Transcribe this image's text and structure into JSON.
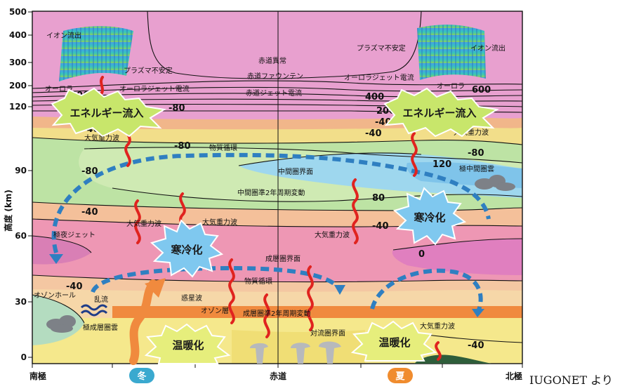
{
  "axis": {
    "ylabel": "高度 (km)",
    "yticks": [
      "0",
      "30",
      "60",
      "90",
      "120",
      "200",
      "300",
      "400",
      "500"
    ],
    "xticks": [
      "南極",
      "赤道",
      "北極"
    ]
  },
  "seasons": {
    "winter": "冬",
    "summer": "夏"
  },
  "credit": "IUGONET より",
  "labels": {
    "ion_out_l": "イオン流出",
    "ion_out_r": "イオン流出",
    "plasma_l": "プラズマ不安定",
    "plasma_r": "プラズマ不安定",
    "aurora_l": "オーロラ",
    "aurora_r": "オーロラ",
    "aurora_jet_l": "オーロラジェット電流",
    "aurora_jet_r": "オーロラジェット電流",
    "eq_anomaly": "赤道異常",
    "eq_fountain": "赤道ファウンテン",
    "eq_jet": "赤道ジェット電流",
    "mass_circ_top": "物質循環",
    "mesopause": "中間圏界面",
    "meso_qbo": "中間圏準2年周期変動",
    "pmc": "極中間圏雲",
    "gw_1": "大気重力波",
    "gw_2": "大気重力波",
    "gw_3": "大気重力波",
    "gw_4": "大気重力波",
    "gw_5": "大気重力波",
    "gw_6": "大気重力波",
    "polar_night_jet": "極夜ジェット",
    "stratopause": "成層圏界面",
    "mass_circ_bot": "物質循環",
    "ozone_hole": "オゾンホール",
    "turbulence": "乱流",
    "planetary_wave": "惑星波",
    "ozone_layer": "オゾン層",
    "strato_qbo": "成層圏準2年周期変動",
    "psc": "極成層圏雲",
    "tropopause": "対流圏界面"
  },
  "contour_labels": [
    "400",
    "-80",
    "-40",
    "-80",
    "-80",
    "-40",
    "-40",
    "-40",
    "400",
    "200",
    "600",
    "-40",
    "120",
    "-80",
    "80",
    "-40",
    "0",
    "-40"
  ],
  "badges": {
    "energy_l": "エネルギー流入",
    "energy_r": "エネルギー流入",
    "cooling_l": "寒冷化",
    "cooling_r": "寒冷化",
    "warming_l": "温暖化",
    "warming_r": "温暖化"
  },
  "colors": {
    "thermosphere": "#e8a0cf",
    "mesosphere_green": "#bde3a4",
    "meso_blue": "#9ed7ee",
    "strato_pink": "#ee97b4",
    "strato_peach": "#f4b88f",
    "trop_yellow": "#f5e88c",
    "ozone_band": "#f08a3e",
    "circulation": "#2f7fc1",
    "gravity_wave": "#e0231f"
  }
}
